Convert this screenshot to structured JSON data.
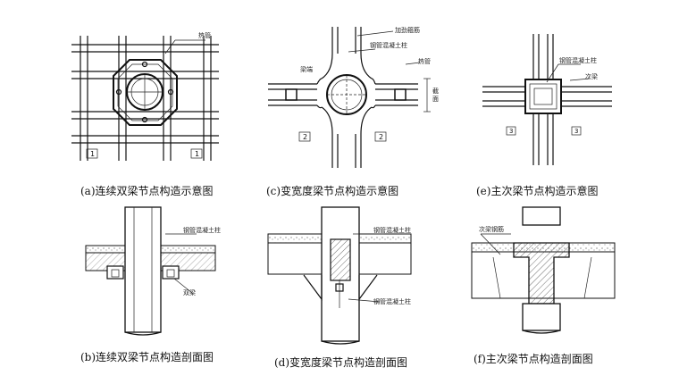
{
  "captions": {
    "a": "(a)连续双梁节点构造示意图",
    "c": "(c)变宽度梁节点构造示意图",
    "e": "(e)主次梁节点构造示意图",
    "b": "(b)连续双梁节点构造剖面图",
    "d": "(d)变宽度梁节点构造剖面图",
    "f": "(f)主次梁节点构造剖面图"
  },
  "section_marks": {
    "one": "1",
    "two": "2",
    "three": "3"
  },
  "colors": {
    "ink": "#111111",
    "background": "#ffffff"
  }
}
